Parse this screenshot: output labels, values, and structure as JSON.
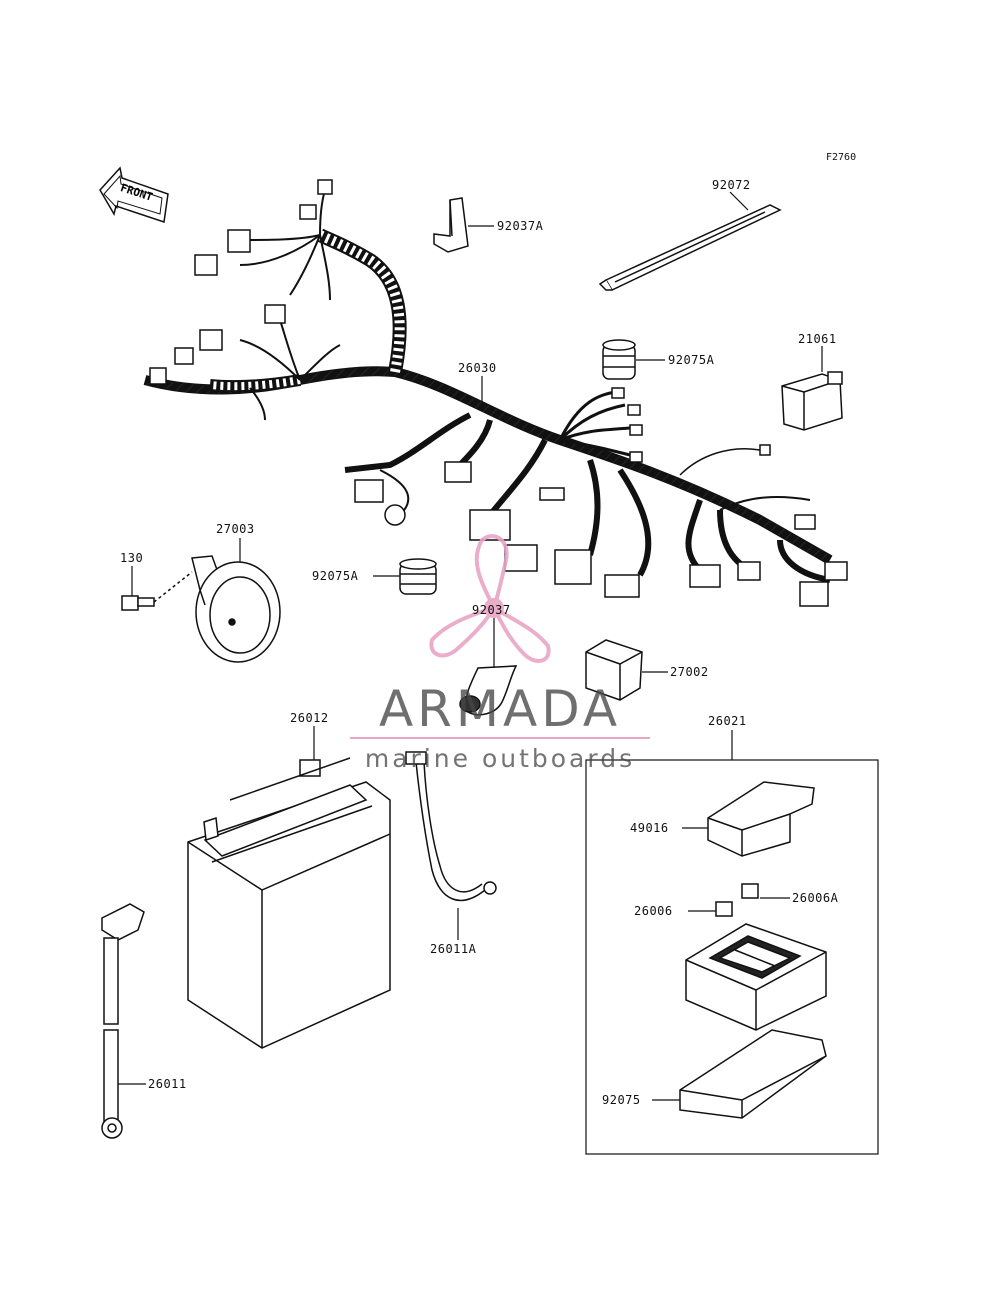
{
  "figure_code": "F2760",
  "front_arrow_label": "FRONT",
  "watermark": {
    "title": "ARMADA",
    "subtitle": "marine outboards",
    "brand_color": "#e8a6c6"
  },
  "parts": [
    {
      "id": "p-92072",
      "label": "92072"
    },
    {
      "id": "p-92037a",
      "label": "92037A"
    },
    {
      "id": "p-21061",
      "label": "21061"
    },
    {
      "id": "p-92075a-top",
      "label": "92075A"
    },
    {
      "id": "p-26030",
      "label": "26030"
    },
    {
      "id": "p-27003",
      "label": "27003"
    },
    {
      "id": "p-130",
      "label": "130"
    },
    {
      "id": "p-92075a-mid",
      "label": "92075A"
    },
    {
      "id": "p-92037",
      "label": "92037"
    },
    {
      "id": "p-27002",
      "label": "27002"
    },
    {
      "id": "p-26012",
      "label": "26012"
    },
    {
      "id": "p-26021",
      "label": "26021"
    },
    {
      "id": "p-49016",
      "label": "49016"
    },
    {
      "id": "p-26006",
      "label": "26006"
    },
    {
      "id": "p-26006a",
      "label": "26006A"
    },
    {
      "id": "p-26011a",
      "label": "26011A"
    },
    {
      "id": "p-26011",
      "label": "26011"
    },
    {
      "id": "p-92075",
      "label": "92075"
    }
  ]
}
